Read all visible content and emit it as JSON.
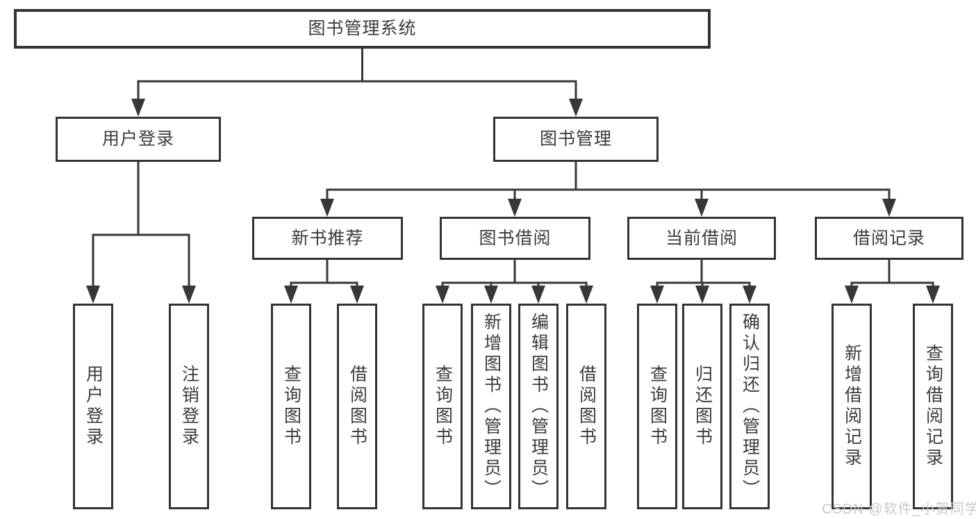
{
  "diagram": {
    "root": {
      "label": "图书管理系统"
    },
    "level2": [
      {
        "label": "用户登录"
      },
      {
        "label": "图书管理"
      }
    ],
    "level3": [
      {
        "label": "新书推荐"
      },
      {
        "label": "图书借阅"
      },
      {
        "label": "当前借阅"
      },
      {
        "label": "借阅记录"
      }
    ],
    "leaves": {
      "user_login": [
        "用户登录",
        "注销登录"
      ],
      "new_book_recommend": [
        "查询图书",
        "借阅图书"
      ],
      "book_borrowing": [
        "查询图书",
        "新增图书（管理员）",
        "编辑图书（管理员）",
        "借阅图书"
      ],
      "current_borrowing": [
        "查询图书",
        "归还图书",
        "确认归还（管理员）"
      ],
      "borrow_records": [
        "新增借阅记录",
        "查询借阅记录"
      ]
    }
  },
  "watermark": {
    "text": "CSDN @软件_小贺同学"
  },
  "colors": {
    "line": "#373737",
    "border": "#333333",
    "text": "#3b3b3b",
    "background": "#ffffff",
    "watermark": "#c9c9c9"
  }
}
